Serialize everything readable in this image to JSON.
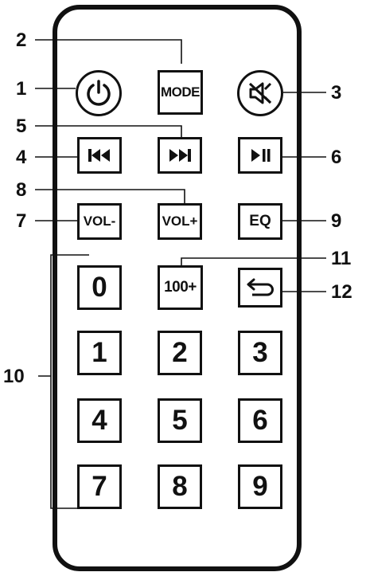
{
  "remote": {
    "buttons": {
      "power": {
        "icon": "power-icon"
      },
      "mode": {
        "label": "MODE"
      },
      "mute": {
        "icon": "speaker-mute-icon"
      },
      "prev": {
        "icon": "skip-previous-icon"
      },
      "next": {
        "icon": "skip-next-icon"
      },
      "play_pause": {
        "icon": "play-pause-icon"
      },
      "vol_down": {
        "label": "VOL-"
      },
      "vol_up": {
        "label": "VOL+"
      },
      "eq": {
        "label": "EQ"
      },
      "hundred_plus": {
        "label": "100+"
      },
      "back": {
        "icon": "return-arrow-icon"
      },
      "digits": [
        "0",
        "1",
        "2",
        "3",
        "4",
        "5",
        "6",
        "7",
        "8",
        "9"
      ]
    }
  },
  "callouts": [
    "1",
    "2",
    "3",
    "4",
    "5",
    "6",
    "7",
    "8",
    "9",
    "10",
    "11",
    "12"
  ]
}
